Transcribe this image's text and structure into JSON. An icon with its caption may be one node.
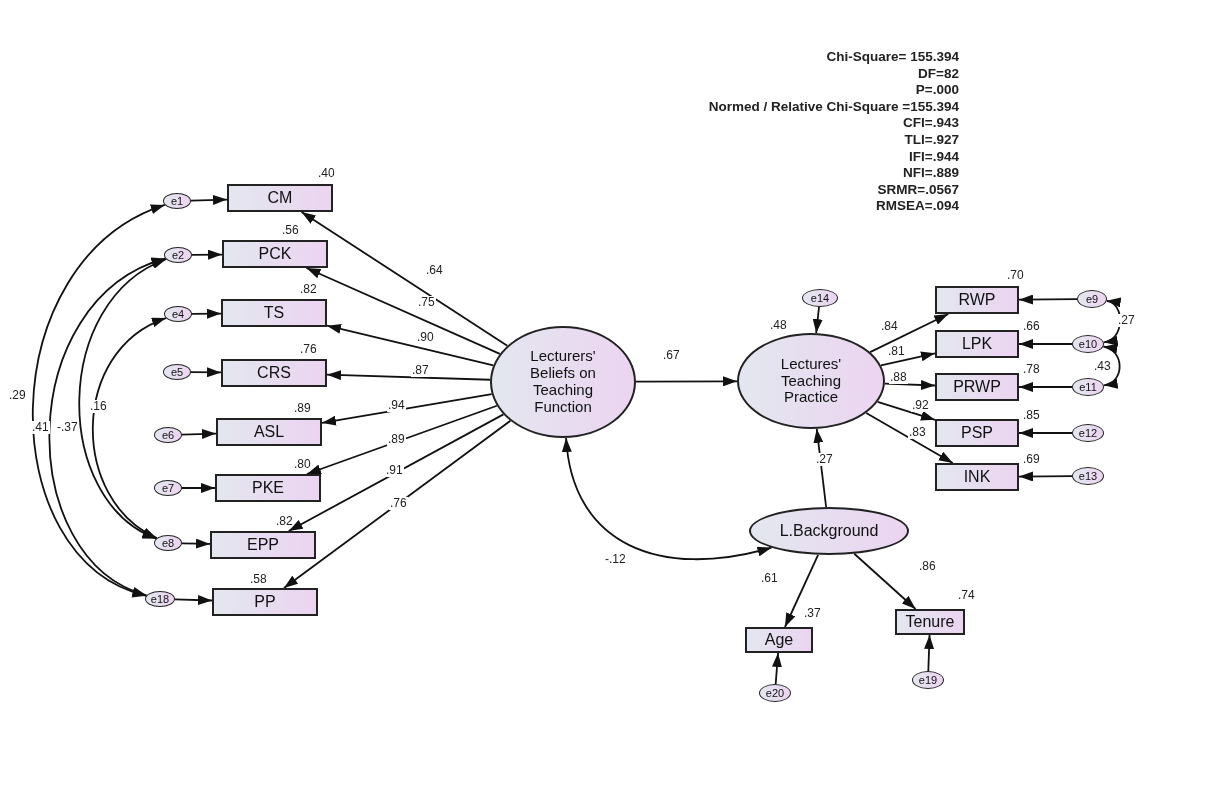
{
  "diagram": {
    "nodes": [
      {
        "text": [
          "CM"
        ],
        "beside": [
          ".40"
        ]
      },
      {
        "text": [
          "PCK"
        ],
        "beside": [
          ".56"
        ]
      },
      {
        "text": [
          "TS"
        ],
        "beside": [
          ".82"
        ]
      },
      {
        "text": [
          "CRS"
        ],
        "beside": [
          ".76"
        ]
      },
      {
        "text": [
          "ASL"
        ],
        "beside": [
          ".89"
        ]
      },
      {
        "text": [
          "PKE"
        ],
        "beside": [
          ".80"
        ]
      },
      {
        "text": [
          "EPP"
        ],
        "beside": [
          ".82"
        ]
      },
      {
        "text": [
          "PP"
        ],
        "beside": [
          ".58"
        ]
      },
      {
        "text": [
          "e1"
        ]
      },
      {
        "text": [
          "e2"
        ]
      },
      {
        "text": [
          "e4"
        ]
      },
      {
        "text": [
          "e5"
        ]
      },
      {
        "text": [
          "e6"
        ]
      },
      {
        "text": [
          "e7"
        ]
      },
      {
        "text": [
          "e8"
        ]
      },
      {
        "text": [
          "e18"
        ]
      },
      {
        "text": [
          "Lecturers' Beliefs on Teaching Function"
        ]
      },
      {
        "text": [
          "Lectures' Teaching Practice"
        ],
        "beside": [
          ".48"
        ]
      },
      {
        "text": [
          "e14"
        ]
      },
      {
        "text": [
          "RWP"
        ],
        "beside": [
          ".70"
        ]
      },
      {
        "text": [
          "LPK"
        ],
        "beside": [
          ".66"
        ]
      },
      {
        "text": [
          "PRWP"
        ],
        "beside": [
          ".78"
        ]
      },
      {
        "text": [
          "PSP"
        ],
        "beside": [
          ".85"
        ]
      },
      {
        "text": [
          "INK"
        ],
        "beside": [
          ".69"
        ]
      },
      {
        "text": [
          "e9"
        ]
      },
      {
        "text": [
          "e10"
        ]
      },
      {
        "text": [
          "e11"
        ]
      },
      {
        "text": [
          "e12"
        ]
      },
      {
        "text": [
          "e13"
        ]
      },
      {
        "text": [
          "L.Background"
        ]
      },
      {
        "text": [
          "Age"
        ],
        "beside": [
          ".37"
        ]
      },
      {
        "text": [
          "Tenure"
        ],
        "beside": [
          ".74"
        ]
      },
      {
        "text": [
          "e20"
        ]
      },
      {
        "text": [
          "e19"
        ]
      }
    ],
    "edges": [
      {
        "from": 16,
        "to": 0,
        "arrow": "to",
        "label": ".64"
      },
      {
        "from": 16,
        "to": 1,
        "arrow": "to",
        "label": ".75"
      },
      {
        "from": 16,
        "to": 2,
        "arrow": "to",
        "label": ".90"
      },
      {
        "from": 16,
        "to": 3,
        "arrow": "to",
        "label": ".87"
      },
      {
        "from": 16,
        "to": 4,
        "arrow": "to",
        "label": ".94"
      },
      {
        "from": 16,
        "to": 5,
        "arrow": "to",
        "label": ".89"
      },
      {
        "from": 16,
        "to": 6,
        "arrow": "to",
        "label": ".91"
      },
      {
        "from": 16,
        "to": 7,
        "arrow": "to",
        "label": ".76"
      },
      {
        "from": 8,
        "to": 0,
        "arrow": "to"
      },
      {
        "from": 9,
        "to": 1,
        "arrow": "to"
      },
      {
        "from": 10,
        "to": 2,
        "arrow": "to"
      },
      {
        "from": 11,
        "to": 3,
        "arrow": "to"
      },
      {
        "from": 12,
        "to": 4,
        "arrow": "to"
      },
      {
        "from": 13,
        "to": 5,
        "arrow": "to"
      },
      {
        "from": 14,
        "to": 6,
        "arrow": "to"
      },
      {
        "from": 15,
        "to": 7,
        "arrow": "to"
      },
      {
        "from": 8,
        "to": 15,
        "arrow": "both",
        "label": ".29"
      },
      {
        "from": 9,
        "to": 15,
        "arrow": "both",
        "label": ".41"
      },
      {
        "from": 9,
        "to": 14,
        "arrow": "both",
        "label": "-.37"
      },
      {
        "from": 10,
        "to": 14,
        "arrow": "both",
        "label": ".16"
      },
      {
        "from": 16,
        "to": 17,
        "arrow": "to",
        "label": ".67"
      },
      {
        "from": 18,
        "to": 17,
        "arrow": "to"
      },
      {
        "from": 17,
        "to": 19,
        "arrow": "to",
        "label": ".84"
      },
      {
        "from": 17,
        "to": 20,
        "arrow": "to",
        "label": ".81"
      },
      {
        "from": 17,
        "to": 21,
        "arrow": "to",
        "label": ".88"
      },
      {
        "from": 17,
        "to": 22,
        "arrow": "to",
        "label": ".92"
      },
      {
        "from": 17,
        "to": 23,
        "arrow": "to",
        "label": ".83"
      },
      {
        "from": 24,
        "to": 19,
        "arrow": "to"
      },
      {
        "from": 25,
        "to": 20,
        "arrow": "to"
      },
      {
        "from": 26,
        "to": 21,
        "arrow": "to"
      },
      {
        "from": 27,
        "to": 22,
        "arrow": "to"
      },
      {
        "from": 28,
        "to": 23,
        "arrow": "to"
      },
      {
        "from": 24,
        "to": 25,
        "arrow": "both",
        "label": ".27"
      },
      {
        "from": 25,
        "to": 26,
        "arrow": "both",
        "label": ".43"
      },
      {
        "from": 29,
        "to": 17,
        "arrow": "to",
        "label": ".27"
      },
      {
        "from": 16,
        "to": 29,
        "arrow": "both",
        "label": "-.12"
      },
      {
        "from": 29,
        "to": 30,
        "arrow": "to",
        "label": ".61"
      },
      {
        "from": 29,
        "to": 31,
        "arrow": "to",
        "label": ".86"
      },
      {
        "from": 32,
        "to": 30,
        "arrow": "to"
      },
      {
        "from": 33,
        "to": 31,
        "arrow": "to"
      }
    ],
    "labels": [
      "Chi-Square= 155.394",
      "DF=82",
      "P=.000",
      "Normed / Relative Chi-Square =155.394",
      "CFI=.943",
      "TLI=.927",
      "IFI=.944",
      "NFI=.889",
      "SRMR=.0567",
      "RMSEA=.094"
    ]
  }
}
